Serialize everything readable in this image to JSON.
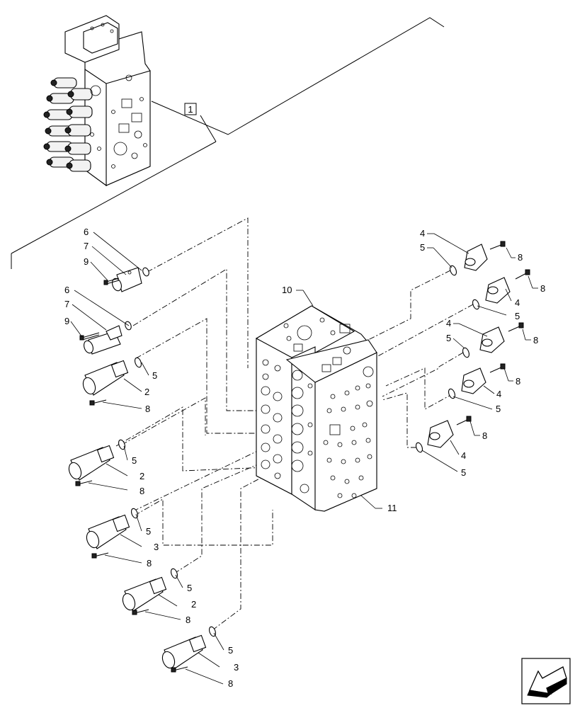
{
  "diagram": {
    "reference_label": "1",
    "block_labels": {
      "upper": "10",
      "lower": "11"
    },
    "colors": {
      "line": "#000000",
      "background": "#ffffff",
      "part_fill": "#ffffff",
      "shade": "#f2f2f2"
    },
    "left_callouts": [
      {
        "id": "c1",
        "text": "6"
      },
      {
        "id": "c2",
        "text": "7"
      },
      {
        "id": "c3",
        "text": "9"
      },
      {
        "id": "c4",
        "text": "6"
      },
      {
        "id": "c5",
        "text": "7"
      },
      {
        "id": "c6",
        "text": "9"
      },
      {
        "id": "c7",
        "text": "5"
      },
      {
        "id": "c8",
        "text": "2"
      },
      {
        "id": "c9",
        "text": "8"
      },
      {
        "id": "c10",
        "text": "5"
      },
      {
        "id": "c11",
        "text": "2"
      },
      {
        "id": "c12",
        "text": "8"
      },
      {
        "id": "c13",
        "text": "5"
      },
      {
        "id": "c14",
        "text": "3"
      },
      {
        "id": "c15",
        "text": "8"
      },
      {
        "id": "c16",
        "text": "5"
      },
      {
        "id": "c17",
        "text": "2"
      },
      {
        "id": "c18",
        "text": "8"
      },
      {
        "id": "c19",
        "text": "5"
      },
      {
        "id": "c20",
        "text": "3"
      },
      {
        "id": "c21",
        "text": "8"
      }
    ],
    "right_callouts": [
      {
        "id": "r1",
        "text": "4"
      },
      {
        "id": "r2",
        "text": "5"
      },
      {
        "id": "r3",
        "text": "8"
      },
      {
        "id": "r4",
        "text": "4"
      },
      {
        "id": "r5",
        "text": "8"
      },
      {
        "id": "r6",
        "text": "5"
      },
      {
        "id": "r7",
        "text": "4"
      },
      {
        "id": "r8",
        "text": "5"
      },
      {
        "id": "r9",
        "text": "8"
      },
      {
        "id": "r10",
        "text": "8"
      },
      {
        "id": "r11",
        "text": "4"
      },
      {
        "id": "r12",
        "text": "5"
      },
      {
        "id": "r13",
        "text": "8"
      },
      {
        "id": "r14",
        "text": "4"
      },
      {
        "id": "r15",
        "text": "5"
      }
    ],
    "nav_icon": "arrow-icon"
  }
}
